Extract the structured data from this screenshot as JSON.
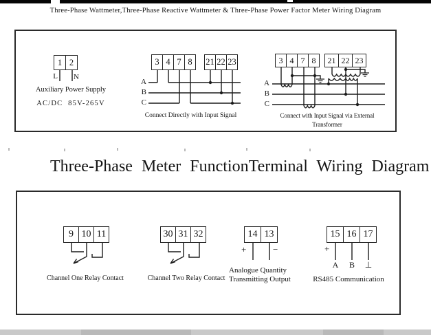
{
  "page": {
    "top_bar_color": "#050505",
    "bottom_bar_color": "#c9c9c9",
    "line_color": "#1c1c1c"
  },
  "titles": {
    "top": "Three-Phase Wattmeter,Three-Phase Reactive Wattmeter & Three-Phase Power Factor Meter Wiring Diagram",
    "middle": "Three-Phase Meter FunctionTerminal Wiring Diagram"
  },
  "power_box": {
    "aux": {
      "terminals": [
        "1",
        "2"
      ],
      "line_label": "L",
      "neutral_label": "N",
      "caption": "Auxiliary Power Supply",
      "rating": "AC/DC 85V-265V"
    },
    "direct": {
      "current_terminals": [
        "3",
        "4",
        "7",
        "8"
      ],
      "voltage_terminals": [
        "21",
        "22",
        "23"
      ],
      "phase_labels": [
        "A",
        "B",
        "C"
      ],
      "caption": "Connect Directly with Input Signal"
    },
    "transformer": {
      "current_terminals": [
        "3",
        "4",
        "7",
        "8"
      ],
      "voltage_terminals": [
        "21",
        "22",
        "23"
      ],
      "phase_labels": [
        "A",
        "B",
        "C"
      ],
      "caption": "Connect with Input Signal via External Transformer"
    }
  },
  "function_box": {
    "relay1": {
      "terminals": [
        "9",
        "10",
        "11"
      ],
      "caption": "Channel One Relay Contact"
    },
    "relay2": {
      "terminals": [
        "30",
        "31",
        "32"
      ],
      "caption": "Channel Two Relay Contact"
    },
    "analogue": {
      "terminals": [
        "14",
        "13"
      ],
      "plus": "+",
      "minus": "−",
      "caption_line1": "Analogue Quantity",
      "caption_line2": "Transmitting Output"
    },
    "rs485": {
      "terminals": [
        "15",
        "16",
        "17"
      ],
      "plus": "+",
      "signal_labels": [
        "A",
        "B",
        "⊥"
      ],
      "caption": "RS485 Communication"
    }
  }
}
